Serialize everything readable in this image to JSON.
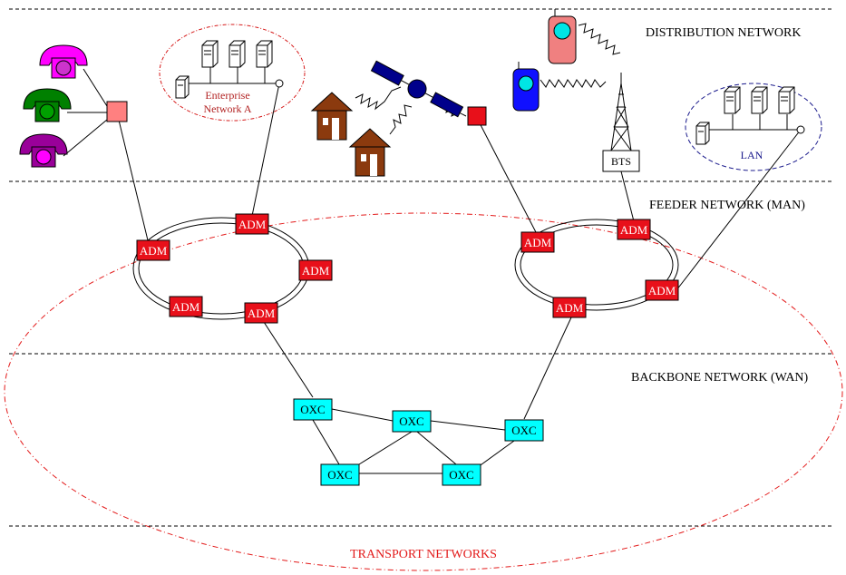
{
  "layers": {
    "distribution": "DISTRIBUTION NETWORK",
    "feeder": "FEEDER NETWORK (MAN)",
    "backbone": "BACKBONE NETWORK (WAN)",
    "transport": "TRANSPORT NETWORKS"
  },
  "enterprise": {
    "line1": "Enterprise",
    "line2": "Network A"
  },
  "lan": {
    "label": "LAN"
  },
  "bts": {
    "label": "BTS"
  },
  "adm_label": "ADM",
  "oxc_label": "OXC",
  "colors": {
    "adm_fill": "#e8101a",
    "oxc_fill": "#00ffff",
    "transport_ellipse": "#e31b1b",
    "enterprise_ellipse": "#d61a1a",
    "enterprise_text": "#b22222",
    "lan_ellipse": "#1a1a8c",
    "lan_text": "#1a1a8c",
    "house_fill": "#8b3a0e",
    "phone_magenta": "#ff00ff",
    "phone_green": "#008000",
    "phone_purple": "#990099",
    "concentrator_fill": "#ff8080",
    "mobile_pink": "#f08080",
    "mobile_blue": "#1010ff",
    "mobile_screen": "#00e5e5",
    "satellite_fill": "#00008b"
  }
}
